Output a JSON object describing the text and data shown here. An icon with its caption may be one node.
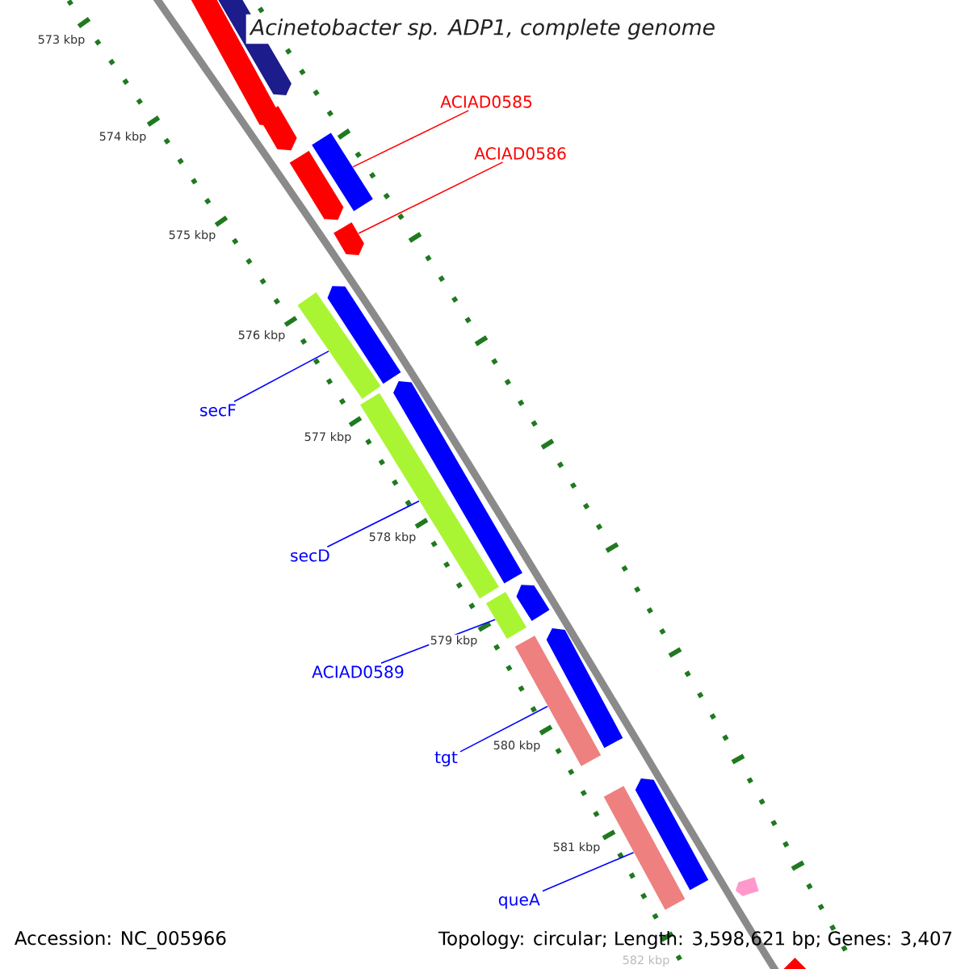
{
  "diagram": {
    "title": "Acinetobacter sp. ADP1, complete genome",
    "nodes": [
      {
        "text": [
          "ACIAD0585"
        ]
      },
      {
        "text": [
          "ACIAD0586"
        ]
      },
      {
        "text": [
          "secF"
        ]
      },
      {
        "text": [
          "secD"
        ]
      },
      {
        "text": [
          "ACIAD0589"
        ]
      },
      {
        "text": [
          "tgt"
        ]
      },
      {
        "text": [
          "queA"
        ]
      },
      {
        "text": [],
        "shape": "bar"
      },
      {
        "text": [],
        "shape": "bar"
      },
      {
        "text": [],
        "shape": "bar"
      },
      {
        "text": [],
        "shape": "bar"
      },
      {
        "text": [],
        "shape": "bar"
      },
      {
        "text": [],
        "shape": "bar"
      },
      {
        "text": [],
        "shape": "bar"
      },
      {
        "text": [],
        "shape": "bar"
      },
      {
        "text": [],
        "shape": "bar"
      },
      {
        "text": [],
        "shape": "bar"
      },
      {
        "text": [],
        "shape": "bar"
      },
      {
        "text": [],
        "shape": "bar"
      },
      {
        "text": [],
        "shape": "bar"
      },
      {
        "text": [],
        "shape": "bar"
      },
      {
        "text": [],
        "shape": "bar"
      },
      {
        "text": [],
        "shape": "bar"
      },
      {
        "text": [],
        "shape": "bar"
      },
      {
        "text": [],
        "shape": "bar"
      }
    ],
    "edges": [
      {
        "from": 0,
        "to": 10,
        "arrow": "none",
        "color": "#ff0000"
      },
      {
        "from": 1,
        "to": 12,
        "arrow": "none",
        "color": "#ff0000"
      },
      {
        "from": 2,
        "to": 14,
        "arrow": "none"
      },
      {
        "from": 3,
        "to": 16,
        "arrow": "none"
      },
      {
        "from": 4,
        "to": 18,
        "arrow": "none"
      },
      {
        "from": 5,
        "to": 20,
        "arrow": "none"
      },
      {
        "from": 6,
        "to": 22,
        "arrow": "none"
      }
    ],
    "labels": [
      "573 kbp",
      "574 kbp",
      "575 kbp",
      "576 kbp",
      "577 kbp",
      "578 kbp",
      "579 kbp",
      "580 kbp",
      "581 kbp",
      "582 kbp",
      "Accession: NC_005966",
      "Topology: circular; Length: 3,598,621 bp; Genes: 3,407"
    ]
  }
}
